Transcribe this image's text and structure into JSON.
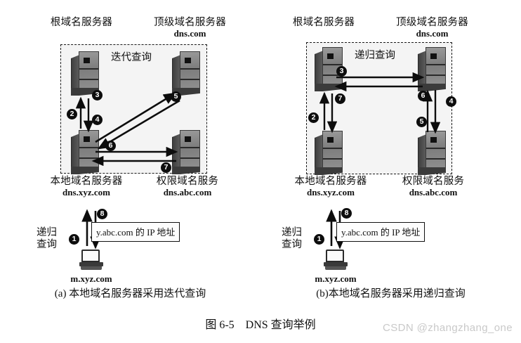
{
  "figure": {
    "caption": "图 6-5　DNS 查询举例",
    "watermark": "CSDN @zhangzhang_one"
  },
  "panels": [
    {
      "id": "a",
      "caption": "(a) 本地域名服务器采用迭代查询",
      "region_title": "迭代查询",
      "nodes": {
        "root": {
          "label": "根域名服务器",
          "domain": ""
        },
        "tld": {
          "label": "顶级域名服务器",
          "domain": "dns.com"
        },
        "local": {
          "label": "本地域名服务器",
          "domain": "dns.xyz.com"
        },
        "authoritative": {
          "label": "权限域名服务",
          "domain": "dns.abc.com"
        },
        "host": {
          "label": "m.xyz.com"
        }
      },
      "query_label": "递归\n查询",
      "query_label_line1": "递归",
      "query_label_line2": "查询",
      "ip_box": "y.abc.com 的 IP 地址",
      "steps": [
        "1",
        "2",
        "3",
        "4",
        "5",
        "6",
        "7",
        "8"
      ]
    },
    {
      "id": "b",
      "caption": "(b)本地域名服务器采用递归查询",
      "region_title": "递归查询",
      "nodes": {
        "root": {
          "label": "根域名服务器",
          "domain": ""
        },
        "tld": {
          "label": "顶级域名服务器",
          "domain": "dns.com"
        },
        "local": {
          "label": "本地域名服务器",
          "domain": "dns.xyz.com"
        },
        "authoritative": {
          "label": "权限域名服务",
          "domain": "dns.abc.com"
        },
        "host": {
          "label": "m.xyz.com"
        }
      },
      "query_label_line1": "递归",
      "query_label_line2": "查询",
      "ip_box": "y.abc.com 的 IP 地址",
      "steps": [
        "1",
        "2",
        "3",
        "4",
        "5",
        "6",
        "7",
        "8"
      ]
    }
  ],
  "colors": {
    "ink": "#111111",
    "dashed_border": "#1a1a1a",
    "region_fill": "#f4f4f4",
    "bullet_bg": "#0d0d0d",
    "bullet_fg": "#ffffff",
    "watermark": "#c9c9c9"
  }
}
